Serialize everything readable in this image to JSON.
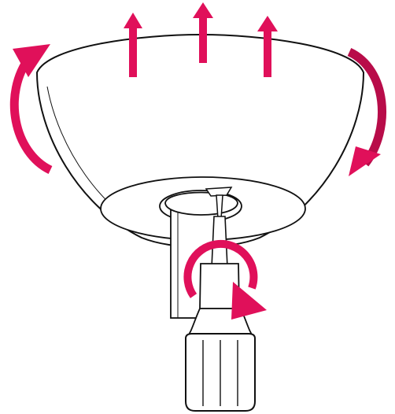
{
  "colors": {
    "arrow": "#e0105a",
    "arrow_dark": "#b80c49",
    "line": "#111111",
    "fill": "#ffffff"
  },
  "parts": {
    "canopy": "dome-canopy",
    "ceiling_plate": "mounting-plate",
    "pole": "downrod-pole",
    "screw": "set-screw",
    "tool": "screwdriver"
  },
  "motions": {
    "lift": "up-arrows",
    "canopy_rotation": "counterclockwise",
    "screw_rotation": "counterclockwise"
  },
  "labels": {}
}
